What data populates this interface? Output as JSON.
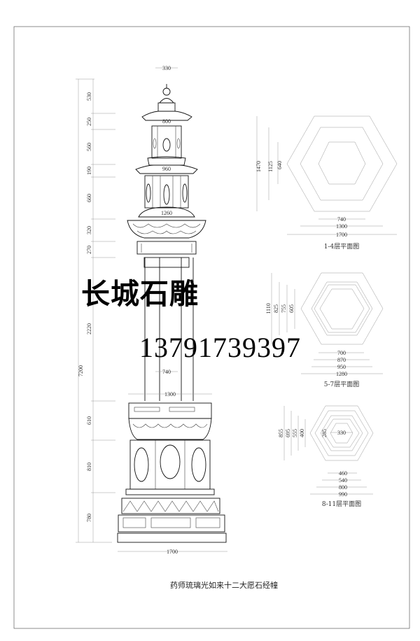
{
  "drawing": {
    "title": "药师琉璃光如来十二大愿石经幢",
    "watermark_company": "长城石雕",
    "watermark_phone": "13791739397",
    "elevation": {
      "overall_height": "7200",
      "segments": [
        "530",
        "250",
        "560",
        "190",
        "660",
        "320",
        "270",
        "2220",
        "610",
        "810",
        "780"
      ],
      "top_width": "330",
      "inner_widths": [
        "800",
        "960",
        "1260",
        "740"
      ],
      "base_upper_width": "1300",
      "base_width": "1700"
    },
    "plans": [
      {
        "label": "1-4层平面图",
        "heights": [
          "1470",
          "1125",
          "640"
        ],
        "widths": [
          "740",
          "1300",
          "1700"
        ]
      },
      {
        "label": "5-7层平面图",
        "heights": [
          "1110",
          "825",
          "755",
          "605"
        ],
        "widths": [
          "700",
          "870",
          "950",
          "1280"
        ]
      },
      {
        "label": "8-11层平面图",
        "heights": [
          "855",
          "695",
          "555",
          "400",
          "285"
        ],
        "widths": [
          "330",
          "460",
          "540",
          "800",
          "990"
        ]
      }
    ]
  }
}
